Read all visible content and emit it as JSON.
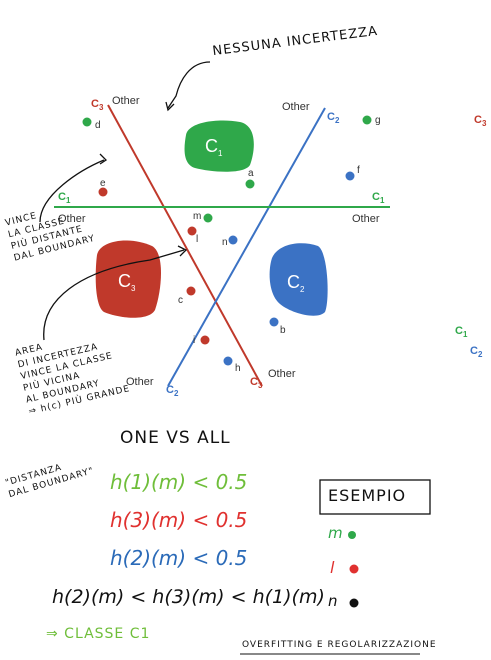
{
  "colors": {
    "green": "#2fa84a",
    "red": "#c0392b",
    "blue": "#3b72c4",
    "ink": "#111111",
    "hw_green": "#6fbe3a",
    "hw_red": "#e0312f",
    "hw_blue": "#2a6ab8"
  },
  "annotations": {
    "top": "NESSUNA INCERTEZZA",
    "left_1": [
      "VINCE",
      "LA CLASSE",
      "PIÙ DISTANTE",
      "DAL BOUNDARY"
    ],
    "left_2": [
      "AREA",
      "DI INCERTEZZA",
      "VINCE LA CLASSE",
      "PIÙ VICINA",
      "AL BOUNDARY",
      "⇒ h(c) PIÙ GRANDE"
    ],
    "distance_note": [
      "\"DISTANZA",
      "DAL BOUNDARY\""
    ],
    "heading": "ONE VS ALL",
    "example": "ESEMPIO",
    "footer": "OVERFITTING E REGOLARIZZAZIONE"
  },
  "formulas": {
    "f1": "h(1)(m) < 0.5",
    "f2": "h(3)(m) < 0.5",
    "f3": "h(2)(m) < 0.5",
    "f4": "h(2)(m) < h(3)(m) < h(1)(m)",
    "result": "⇒ CLASSE C1"
  },
  "example_points": [
    {
      "label": "m",
      "color": "#2fa84a"
    },
    {
      "label": "l",
      "color": "#e0312f"
    },
    {
      "label": "n",
      "color": "#111111"
    }
  ],
  "diagram": {
    "class_labels": {
      "c1": "C1",
      "c2": "C2",
      "c3": "C3"
    },
    "other_labels": [
      "Other",
      "Other",
      "Other",
      "Other",
      "Other",
      "Other"
    ],
    "line_labels": [
      "C3",
      "C2",
      "C1",
      "C1",
      "C2",
      "C3"
    ],
    "points": [
      "a",
      "b",
      "c",
      "d",
      "e",
      "f",
      "g",
      "h",
      "i",
      "l",
      "m",
      "n"
    ]
  },
  "side_labels": [
    "C3",
    "C1",
    "C2"
  ]
}
